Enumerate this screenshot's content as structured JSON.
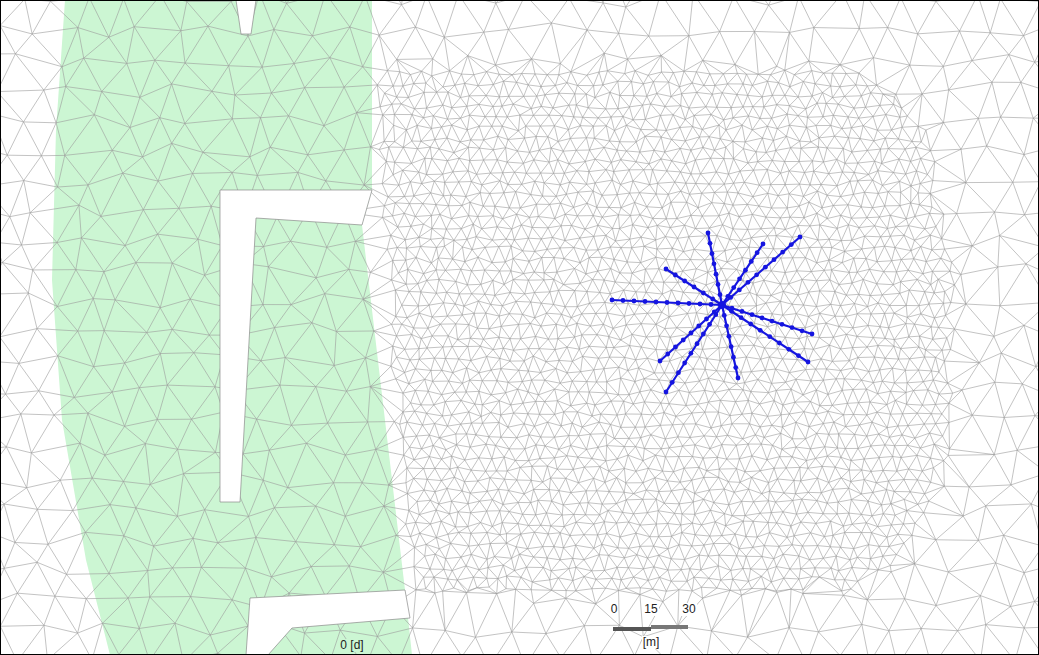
{
  "diagram": {
    "labels": [
      "0",
      "15",
      "30",
      "[m]",
      "0 [d]"
    ]
  }
}
